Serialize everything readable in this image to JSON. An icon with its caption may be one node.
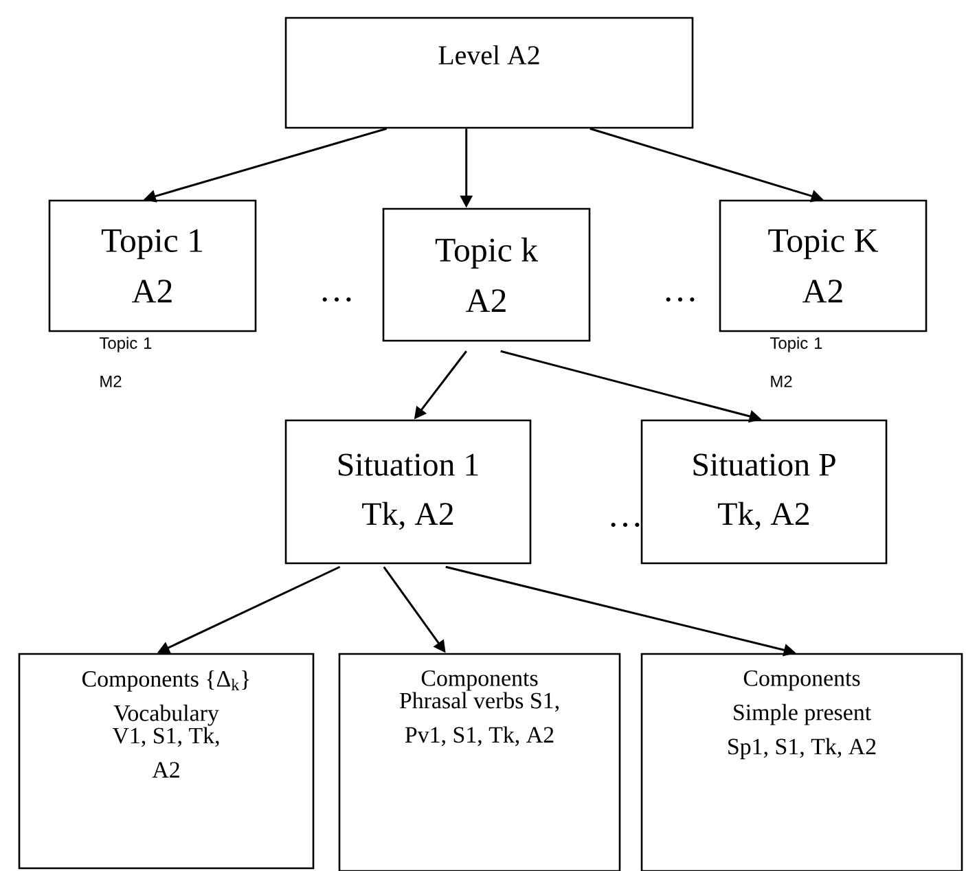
{
  "diagram": {
    "nodes": [
      {
        "text": [
          "Level A2"
        ]
      },
      {
        "text": [
          "Topic 1",
          "A2"
        ],
        "beside": [
          "Topic 1 M2"
        ]
      },
      {
        "text": [
          "Topic  k",
          "A2"
        ]
      },
      {
        "text": [
          "Topic K",
          "A2"
        ],
        "beside": [
          "Topic 1 M2"
        ]
      },
      {
        "text": [
          "Situation 1",
          "Tk, A2"
        ]
      },
      {
        "text": [
          "Situation P",
          "Tk, A2"
        ]
      },
      {
        "text": [
          "Components {Δ$_{k}$}",
          "Vocabulary",
          "V1, S1, Tk, A2"
        ]
      },
      {
        "text": [
          "Components",
          "Phrasal verbs S1, Pv1, S1, Tk, A2"
        ]
      },
      {
        "text": [
          "Components",
          "Simple present",
          "Sp1, S1, Tk,  A2"
        ]
      }
    ],
    "edges": [
      {
        "from": 0,
        "to": 1,
        "arrow": "to"
      },
      {
        "from": 0,
        "to": 2,
        "arrow": "to"
      },
      {
        "from": 0,
        "to": 3,
        "arrow": "to"
      },
      {
        "from": 2,
        "to": 4,
        "arrow": "to"
      },
      {
        "from": 2,
        "to": 5,
        "arrow": "to"
      },
      {
        "from": 4,
        "to": 6,
        "arrow": "to"
      },
      {
        "from": 4,
        "to": 7,
        "arrow": "to"
      },
      {
        "from": 4,
        "to": 8,
        "arrow": "to"
      }
    ],
    "labels": [
      "…",
      "…",
      "…"
    ]
  }
}
